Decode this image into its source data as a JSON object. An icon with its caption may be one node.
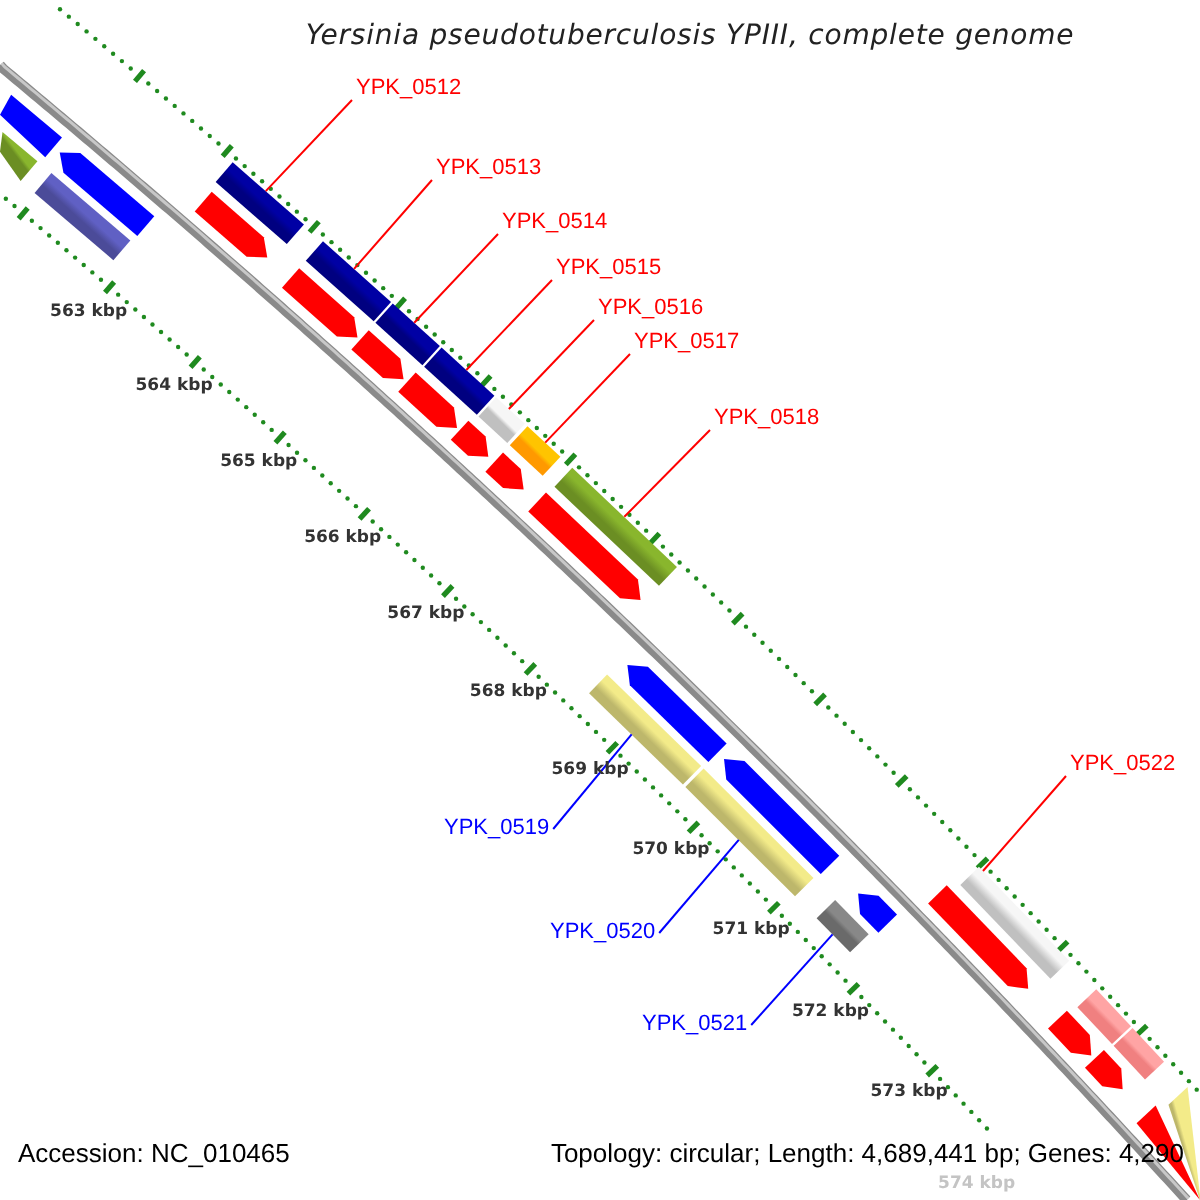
{
  "diagram": {
    "title": "Yersinia pseudotuberculosis YPIII, complete genome",
    "nodes": [
      {
        "text": [
          "YPK_0512"
        ]
      },
      {
        "text": [
          "YPK_0513"
        ]
      },
      {
        "text": [
          "YPK_0514"
        ]
      },
      {
        "text": [
          "YPK_0515"
        ]
      },
      {
        "text": [
          "YPK_0516"
        ]
      },
      {
        "text": [
          "YPK_0517"
        ]
      },
      {
        "text": [
          "YPK_0518"
        ]
      },
      {
        "text": [
          "YPK_0522"
        ]
      },
      {
        "text": [
          "YPK_0519"
        ]
      },
      {
        "text": [
          "YPK_0520"
        ]
      },
      {
        "text": [
          "YPK_0521"
        ]
      },
      {
        "text": [],
        "shape": "bar"
      },
      {
        "text": [],
        "shape": "bar"
      },
      {
        "text": [],
        "shape": "pentagon"
      },
      {
        "text": [],
        "shape": "bar"
      },
      {
        "text": [],
        "shape": "bar"
      },
      {
        "text": [],
        "shape": "pentagon"
      },
      {
        "text": [],
        "shape": "bar"
      },
      {
        "text": [],
        "shape": "pentagon"
      },
      {
        "text": [],
        "shape": "bar"
      },
      {
        "text": [],
        "shape": "pentagon"
      },
      {
        "text": [],
        "shape": "pentagon"
      },
      {
        "text": [],
        "shape": "bar"
      },
      {
        "text": [],
        "shape": "pentagon"
      },
      {
        "text": [],
        "shape": "bar"
      },
      {
        "text": [],
        "shape": "bar"
      },
      {
        "text": [],
        "shape": "pentagon"
      },
      {
        "text": [],
        "shape": "pentagon"
      },
      {
        "text": [],
        "shape": "bar"
      },
      {
        "text": [],
        "shape": "bar"
      },
      {
        "text": [],
        "shape": "pentagon"
      },
      {
        "text": [],
        "shape": "bar"
      },
      {
        "text": [],
        "shape": "pentagon"
      },
      {
        "text": [],
        "shape": "bar"
      },
      {
        "text": [],
        "shape": "pentagon"
      },
      {
        "text": [],
        "shape": "pentagon"
      },
      {
        "text": [],
        "shape": "bar"
      },
      {
        "text": [],
        "shape": "pentagon"
      },
      {
        "text": [],
        "shape": "bar"
      },
      {
        "text": [],
        "shape": "pentagon"
      },
      {
        "text": [],
        "shape": "bar"
      },
      {
        "text": [],
        "shape": "pentagon"
      },
      {
        "text": [],
        "shape": "bar"
      }
    ],
    "edges": [
      {
        "from": 0,
        "to": 15,
        "arrow": "none"
      },
      {
        "from": 1,
        "to": 17,
        "arrow": "none"
      },
      {
        "from": 2,
        "to": 19,
        "arrow": "none"
      },
      {
        "from": 3,
        "to": 22,
        "arrow": "none"
      },
      {
        "from": 4,
        "to": 24,
        "arrow": "none"
      },
      {
        "from": 5,
        "to": 25,
        "arrow": "none"
      },
      {
        "from": 6,
        "to": 28,
        "arrow": "none"
      },
      {
        "from": 7,
        "to": 36,
        "arrow": "none"
      },
      {
        "from": 8,
        "to": 29,
        "arrow": "none",
        "color": "#0000ff"
      },
      {
        "from": 9,
        "to": 31,
        "arrow": "none",
        "color": "#0000ff"
      },
      {
        "from": 10,
        "to": 33,
        "arrow": "none",
        "color": "#0000ff"
      }
    ],
    "labels": [
      "563 kbp",
      "564 kbp",
      "565 kbp",
      "566 kbp",
      "567 kbp",
      "568 kbp",
      "569 kbp",
      "570 kbp",
      "571 kbp",
      "572 kbp",
      "573 kbp",
      "574 kbp",
      "Accession: NC_010465",
      "Topology: circular; Length: 4,689,441 bp; Genes: 4,290"
    ]
  }
}
